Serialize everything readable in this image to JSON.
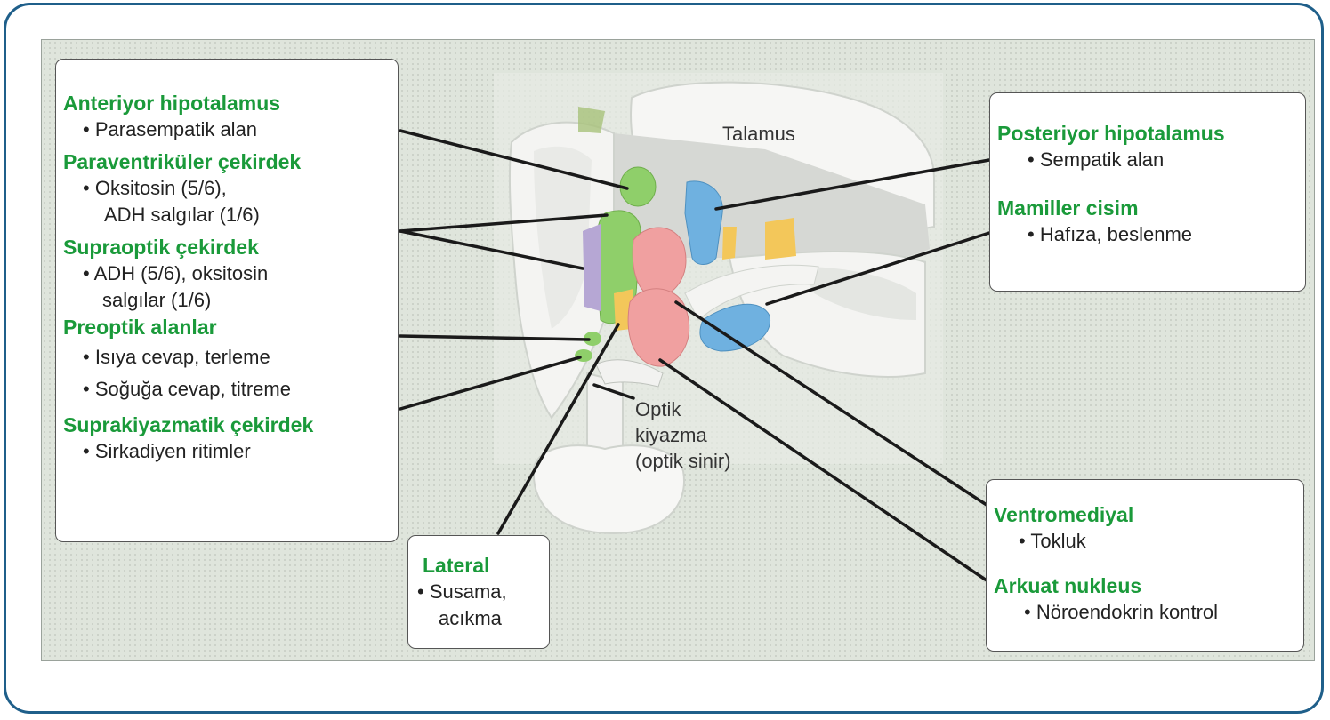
{
  "structure_labels": {
    "talamus": "Talamus",
    "optik_kiyazma": [
      "Optik",
      "kiyazma",
      "(optik sinir)"
    ]
  },
  "callouts": {
    "left": {
      "anteriyor": {
        "title": "Anteriyor hipotalamus",
        "items": [
          "Parasempatik alan"
        ]
      },
      "paraventrikuler": {
        "title": "Paraventriküler çekirdek",
        "items": [
          "Oksitosin (5/6),"
        ],
        "continuation": "ADH salgılar (1/6)"
      },
      "supraoptik": {
        "title": "Supraoptik çekirdek",
        "items": [
          "ADH (5/6), oksitosin"
        ],
        "continuation": "salgılar (1/6)"
      },
      "preoptik": {
        "title": "Preoptik alanlar",
        "items": [
          "Isıya cevap, terleme",
          "Soğuğa cevap, titreme"
        ]
      },
      "suprakiyazmatik": {
        "title": "Suprakiyazmatik çekirdek",
        "items": [
          "Sirkadiyen ritimler"
        ]
      }
    },
    "lateral": {
      "title": "Lateral",
      "items": [
        "Susama,"
      ],
      "continuation": "acıkma"
    },
    "top_right": {
      "posteriyor": {
        "title": "Posteriyor hipotalamus",
        "items": [
          "Sempatik alan"
        ]
      },
      "mamiller": {
        "title": "Mamiller cisim",
        "items": [
          "Hafıza, beslenme"
        ]
      }
    },
    "bottom_right": {
      "ventromediyal": {
        "title": "Ventromediyal",
        "items": [
          "Tokluk"
        ]
      },
      "arkuat": {
        "title": "Arkuat nukleus",
        "items": [
          "Nöroendokrin kontrol"
        ]
      }
    }
  },
  "colors": {
    "heading_green": "#1a9a3a",
    "frame_blue": "#1f5f8a",
    "nucleus_green": "#8fcf6a",
    "nucleus_pink": "#f0a0a0",
    "nucleus_blue": "#6fb1e0",
    "nucleus_yellow": "#f3c75a",
    "nucleus_purple": "#b6a7d4"
  }
}
